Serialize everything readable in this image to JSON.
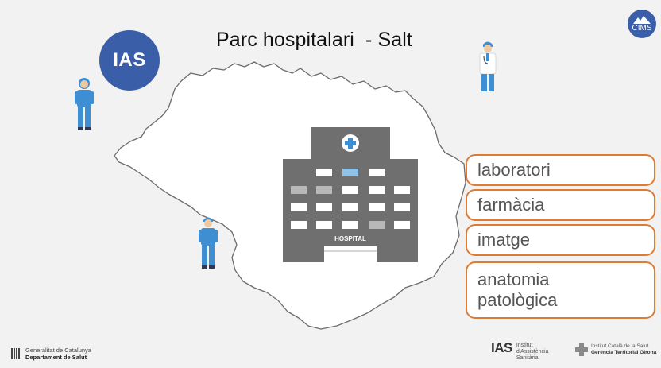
{
  "slide": {
    "title": "Parc hospitalari  - Salt",
    "badge_label": "IAS",
    "cims_label": "CIMS"
  },
  "hospital": {
    "sign": "HOSPITAL"
  },
  "services": [
    {
      "label": "laboratori"
    },
    {
      "label": "farmàcia"
    },
    {
      "label": "imatge"
    },
    {
      "label_line1": "anatomia",
      "label_line2": "patològica"
    }
  ],
  "footer": {
    "generalitat_line1": "Generalitat de Catalunya",
    "generalitat_line2": "Departament de Salut",
    "ias_logo": "IAS",
    "ias_line1": "Institut",
    "ias_line2": "d'Assistència",
    "ias_line3": "Sanitària",
    "ics_line1": "Institut Català de la Salut",
    "ics_line2": "Gerència Territorial Girona"
  },
  "colors": {
    "accent_blue": "#3b5ea8",
    "service_border": "#e07b32",
    "staff_blue": "#3e8ed4",
    "hospital_gray": "#6f6f6f"
  }
}
